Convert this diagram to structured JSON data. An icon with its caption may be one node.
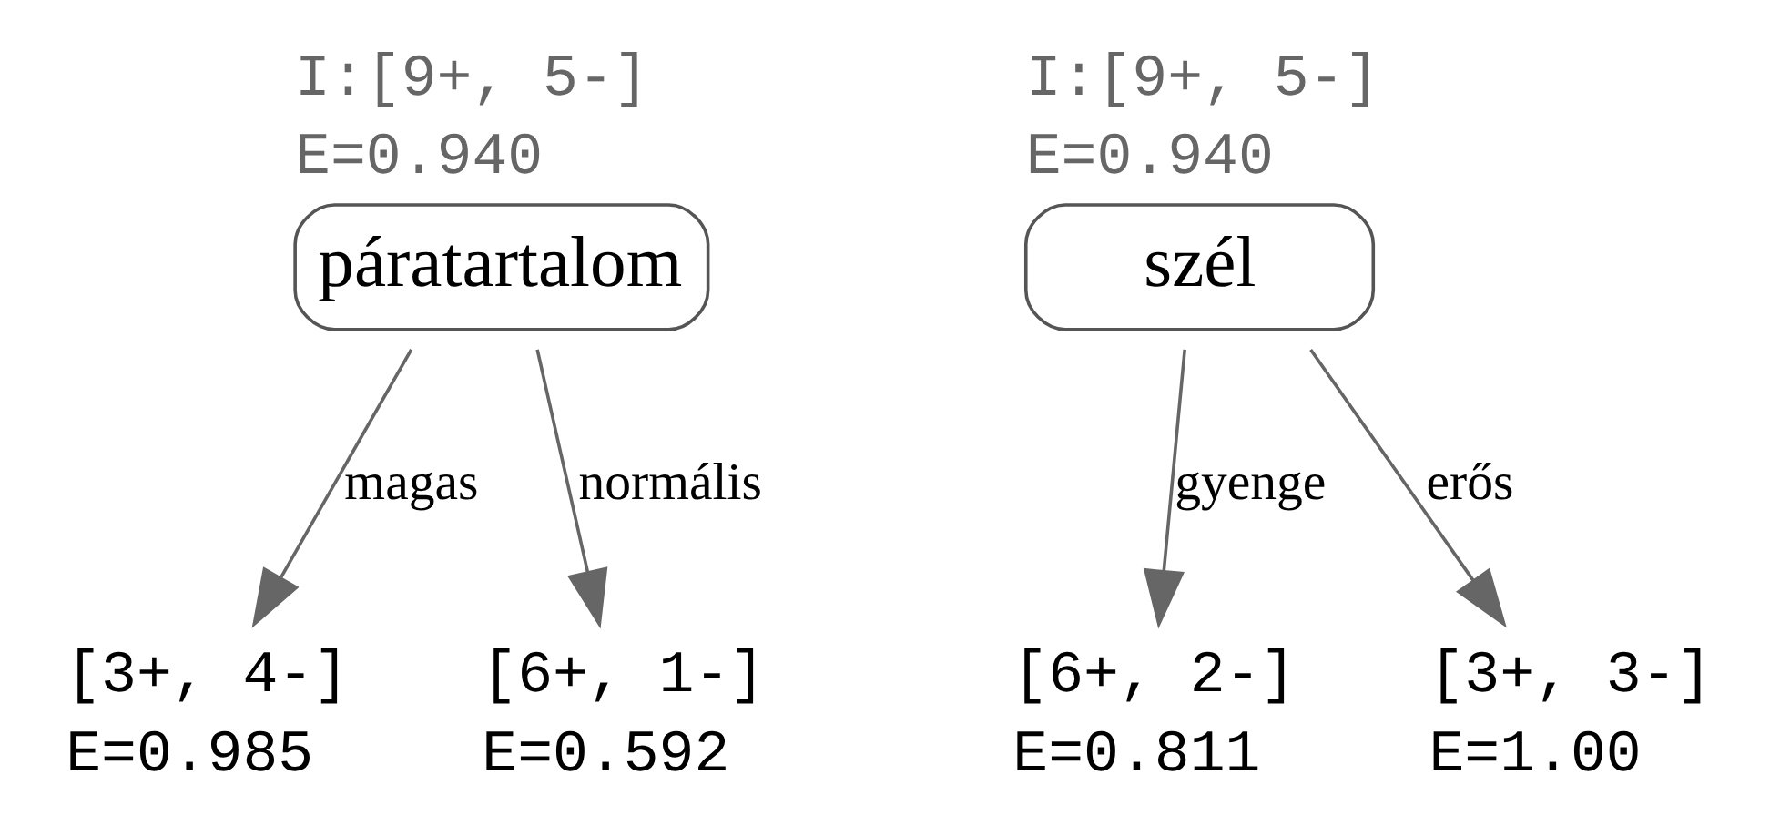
{
  "diagram": {
    "nodes": [
      {
        "text": [
          "páratartalom"
        ],
        "beside": [
          "I:[9+, 5-]",
          "E=0.940"
        ]
      },
      {
        "text": [
          "[3+, 4-]",
          "E=0.985"
        ]
      },
      {
        "text": [
          "[6+, 1-]",
          "E=0.592"
        ]
      },
      {
        "text": [
          "szél"
        ],
        "beside": [
          "I:[9+, 5-]",
          "E=0.940"
        ]
      },
      {
        "text": [
          "[6+, 2-]",
          "E=0.811"
        ]
      },
      {
        "text": [
          "[3+, 3-]",
          "E=1.00"
        ]
      }
    ],
    "edges": [
      {
        "from": 0,
        "to": 1,
        "arrow": "to",
        "label": "magas"
      },
      {
        "from": 0,
        "to": 2,
        "arrow": "to",
        "label": "normális"
      },
      {
        "from": 3,
        "to": 4,
        "arrow": "to",
        "label": "gyenge"
      },
      {
        "from": 3,
        "to": 5,
        "arrow": "to",
        "label": "erős"
      }
    ]
  }
}
